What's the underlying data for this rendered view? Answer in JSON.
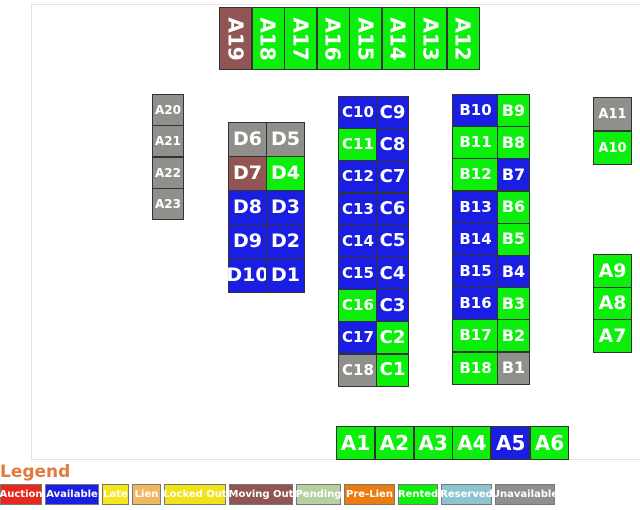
{
  "status_colors": {
    "Auction": "#e8281c",
    "Available": "#1a1ee3",
    "Late": "#f4e81c",
    "Lien": "#f1b862",
    "Locked Out": "#f1e31a",
    "Moving Out": "#915553",
    "Pending": "#b7d0a0",
    "Pre-Lien": "#ec7c10",
    "Rented": "#0cee0c",
    "Reserved": "#8ec4cf",
    "Unavailable": "#8f8f8c"
  },
  "legend": {
    "title": "Legend",
    "items": [
      "Auction",
      "Available",
      "Late",
      "Lien",
      "Locked Out",
      "Moving Out",
      "Pending",
      "Pre-Lien",
      "Rented",
      "Reserved",
      "Unavailable"
    ]
  },
  "units": {
    "top_row": [
      {
        "label": "A19",
        "status": "Moving Out"
      },
      {
        "label": "A18",
        "status": "Rented"
      },
      {
        "label": "A17",
        "status": "Rented"
      },
      {
        "label": "A16",
        "status": "Rented"
      },
      {
        "label": "A15",
        "status": "Rented"
      },
      {
        "label": "A14",
        "status": "Rented"
      },
      {
        "label": "A13",
        "status": "Rented"
      },
      {
        "label": "A12",
        "status": "Rented"
      }
    ],
    "left_column": [
      {
        "label": "A20",
        "status": "Unavailable"
      },
      {
        "label": "A21",
        "status": "Unavailable"
      },
      {
        "label": "A22",
        "status": "Unavailable"
      },
      {
        "label": "A23",
        "status": "Unavailable"
      }
    ],
    "d_left": [
      {
        "label": "D6",
        "status": "Unavailable"
      },
      {
        "label": "D7",
        "status": "Moving Out"
      },
      {
        "label": "D8",
        "status": "Available"
      },
      {
        "label": "D9",
        "status": "Available"
      },
      {
        "label": "D10",
        "status": "Available"
      }
    ],
    "d_right": [
      {
        "label": "D5",
        "status": "Unavailable"
      },
      {
        "label": "D4",
        "status": "Rented"
      },
      {
        "label": "D3",
        "status": "Available"
      },
      {
        "label": "D2",
        "status": "Available"
      },
      {
        "label": "D1",
        "status": "Available"
      }
    ],
    "c_left": [
      {
        "label": "C10",
        "status": "Available"
      },
      {
        "label": "C11",
        "status": "Rented"
      },
      {
        "label": "C12",
        "status": "Available"
      },
      {
        "label": "C13",
        "status": "Available"
      },
      {
        "label": "C14",
        "status": "Available"
      },
      {
        "label": "C15",
        "status": "Available"
      },
      {
        "label": "C16",
        "status": "Rented"
      },
      {
        "label": "C17",
        "status": "Available"
      },
      {
        "label": "C18",
        "status": "Unavailable"
      }
    ],
    "c_right": [
      {
        "label": "C9",
        "status": "Available"
      },
      {
        "label": "C8",
        "status": "Available"
      },
      {
        "label": "C7",
        "status": "Available"
      },
      {
        "label": "C6",
        "status": "Available"
      },
      {
        "label": "C5",
        "status": "Available"
      },
      {
        "label": "C4",
        "status": "Available"
      },
      {
        "label": "C3",
        "status": "Available"
      },
      {
        "label": "C2",
        "status": "Rented"
      },
      {
        "label": "C1",
        "status": "Rented"
      }
    ],
    "b_left": [
      {
        "label": "B10",
        "status": "Available"
      },
      {
        "label": "B11",
        "status": "Rented"
      },
      {
        "label": "B12",
        "status": "Rented"
      },
      {
        "label": "B13",
        "status": "Available"
      },
      {
        "label": "B14",
        "status": "Available"
      },
      {
        "label": "B15",
        "status": "Available"
      },
      {
        "label": "B16",
        "status": "Available"
      },
      {
        "label": "B17",
        "status": "Rented"
      },
      {
        "label": "B18",
        "status": "Rented"
      }
    ],
    "b_right": [
      {
        "label": "B9",
        "status": "Rented"
      },
      {
        "label": "B8",
        "status": "Rented"
      },
      {
        "label": "B7",
        "status": "Available"
      },
      {
        "label": "B6",
        "status": "Rented"
      },
      {
        "label": "B5",
        "status": "Rented"
      },
      {
        "label": "B4",
        "status": "Available"
      },
      {
        "label": "B3",
        "status": "Rented"
      },
      {
        "label": "B2",
        "status": "Rented"
      },
      {
        "label": "B1",
        "status": "Unavailable"
      }
    ],
    "right_small": [
      {
        "label": "A11",
        "status": "Unavailable"
      },
      {
        "label": "A10",
        "status": "Rented"
      }
    ],
    "right_large": [
      {
        "label": "A9",
        "status": "Rented"
      },
      {
        "label": "A8",
        "status": "Rented"
      },
      {
        "label": "A7",
        "status": "Rented"
      }
    ],
    "bottom_row": [
      {
        "label": "A1",
        "status": "Rented"
      },
      {
        "label": "A2",
        "status": "Rented"
      },
      {
        "label": "A3",
        "status": "Rented"
      },
      {
        "label": "A4",
        "status": "Rented"
      },
      {
        "label": "A5",
        "status": "Available"
      },
      {
        "label": "A6",
        "status": "Rented"
      }
    ]
  }
}
